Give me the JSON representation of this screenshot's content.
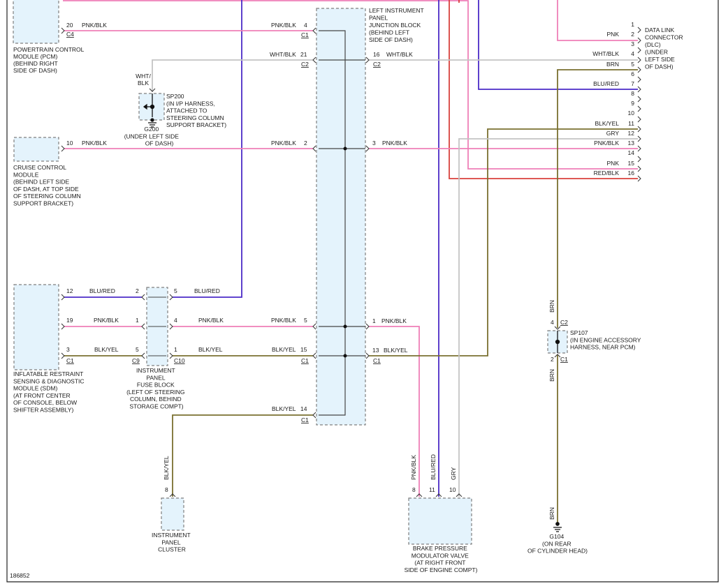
{
  "colors": {
    "pink": "#ef7fb7",
    "white": "#c4c4c4",
    "blue": "#4b2bc7",
    "red": "#d9413c",
    "olive": "#7a7030",
    "box_fill": "#e4f3fc"
  },
  "figure_id": "186852",
  "components": {
    "pcm": [
      "POWERTRAIN CONTROL",
      "MODULE (PCM)",
      "(BEHIND RIGHT",
      "SIDE OF DASH)"
    ],
    "junction": [
      "LEFT INSTRUMENT",
      "PANEL",
      "JUNCTION BLOCK",
      "(BEHIND LEFT",
      "SIDE OF DASH)"
    ],
    "dlc": [
      "DATA LINK",
      "CONNECTOR",
      "(DLC)",
      "(UNDER",
      "LEFT SIDE",
      "OF DASH)"
    ],
    "sp200": [
      "SP200",
      "(IN I/P HARNESS,",
      "ATTACHED TO",
      "STEERING COLUMN",
      "SUPPORT BRACKET)"
    ],
    "g200": [
      "G200",
      "(UNDER LEFT SIDE",
      "OF DASH)"
    ],
    "cruise": [
      "CRUISE CONTROL",
      "MODULE",
      "(BEHIND LEFT SIDE",
      "OF DASH, AT TOP SIDE",
      "OF STEERING COLUMN",
      "SUPPORT BRACKET)"
    ],
    "sdm": [
      "INFLATABLE RESTRAINT",
      "SENSING & DIAGNOSTIC",
      "MODULE (SDM)",
      "(AT FRONT CENTER",
      "OF CONSOLE, BELOW",
      "SHIFTER ASSEMBLY)"
    ],
    "fuse": [
      "INSTRUMENT",
      "PANEL",
      "FUSE BLOCK",
      "(LEFT OF STEERING",
      "COLUMN, BEHIND",
      "STORAGE COMPT)"
    ],
    "sp107": [
      "SP107",
      "(IN ENGINE ACCESSORY",
      "HARNESS, NEAR PCM)"
    ],
    "cluster": [
      "INSTRUMENT",
      "PANEL",
      "CLUSTER"
    ],
    "bpmv": [
      "BRAKE PRESSURE",
      "MODULATOR VALVE",
      "(AT RIGHT FRONT",
      "SIDE OF ENGINE COMPT)"
    ],
    "g104": [
      "G104",
      "(ON REAR",
      "OF CYLINDER HEAD)"
    ]
  },
  "wire_labels": {
    "pnk_blk": "PNK/BLK",
    "wht_blk": "WHT/BLK",
    "wht": "WHT/",
    "blk": "BLK",
    "blu_red": "BLU/RED",
    "blk_yel": "BLK/YEL",
    "pnk": "PNK",
    "brn": "BRN",
    "gry": "GRY",
    "red_blk": "RED/BLK"
  },
  "connectors": {
    "c1": "C1",
    "c2": "C2",
    "c4": "C4",
    "c9": "C9",
    "c10": "C10"
  },
  "pins": {
    "p1": "1",
    "p2": "2",
    "p3": "3",
    "p4": "4",
    "p5": "5",
    "p6": "6",
    "p7": "7",
    "p8": "8",
    "p9": "9",
    "p10": "10",
    "p11": "11",
    "p12": "12",
    "p13": "13",
    "p14": "14",
    "p15": "15",
    "p16": "16",
    "p19": "19",
    "p20": "20",
    "p21": "21"
  }
}
